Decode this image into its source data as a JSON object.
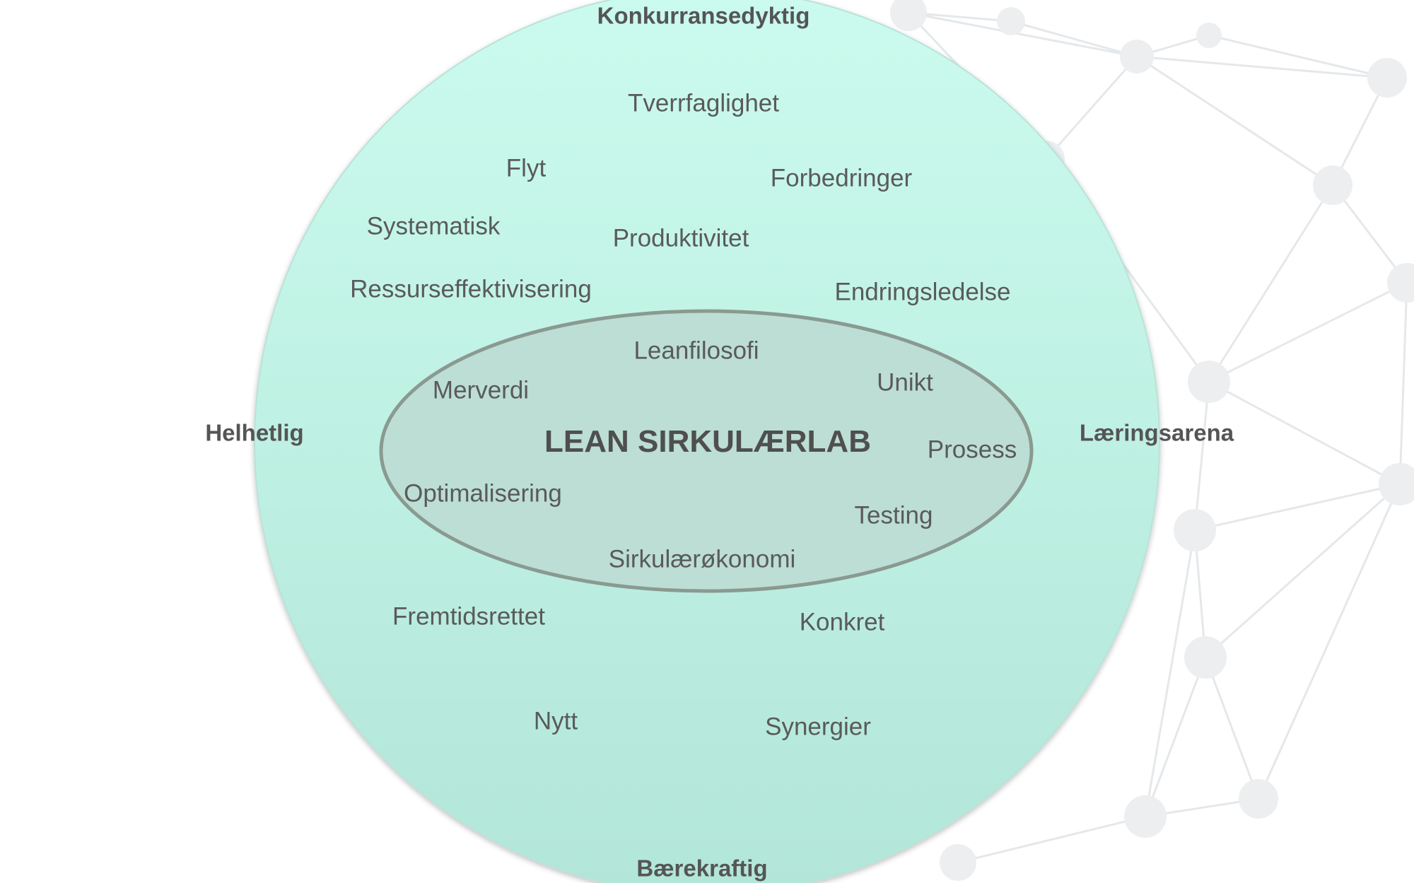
{
  "colors": {
    "outer_circle_top": "#cbfbee",
    "outer_circle_bottom": "#b2e6d8",
    "inner_ellipse_fill": "#bcded4",
    "inner_ellipse_stroke": "#8a9a91",
    "label_text": "#5a5a5a",
    "network_lines": "#e5e8ea",
    "network_nodes": "#eceef0"
  },
  "diagram": {
    "center_title": "LEAN SIRKULÆRLAB",
    "edge_labels": {
      "top": "Konkurransedyktig",
      "left": "Helhetlig",
      "right": "Læringsarena",
      "bottom": "Bærekraftig"
    },
    "outer_terms": {
      "tverrfaglighet": "Tverrfaglighet",
      "flyt": "Flyt",
      "forbedringer": "Forbedringer",
      "systematisk": "Systematisk",
      "produktivitet": "Produktivitet",
      "ressurseffektivisering": "Ressurseffektivisering",
      "endringsledelse": "Endringsledelse",
      "fremtidsrettet": "Fremtidsrettet",
      "konkret": "Konkret",
      "nytt": "Nytt",
      "synergier": "Synergier"
    },
    "inner_terms": {
      "leanfilosofi": "Leanfilosofi",
      "merverdi": "Merverdi",
      "unikt": "Unikt",
      "prosess": "Prosess",
      "optimalisering": "Optimalisering",
      "testing": "Testing",
      "sirkulaerokonomi": "Sirkulærøkonomi"
    }
  }
}
